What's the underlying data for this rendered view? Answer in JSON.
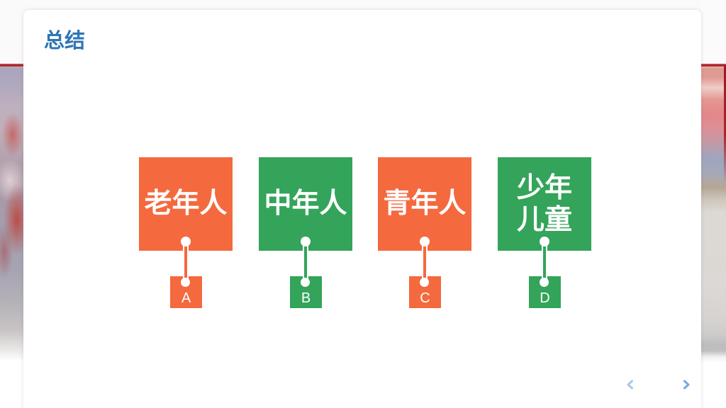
{
  "slide": {
    "title": "总结",
    "groups": [
      {
        "label": "老年人",
        "letter": "A",
        "color": "#F4693E"
      },
      {
        "label": "中年人",
        "letter": "B",
        "color": "#33A45A"
      },
      {
        "label": "青年人",
        "letter": "C",
        "color": "#F4693E"
      },
      {
        "label": "少年\n儿童",
        "letter": "D",
        "color": "#33A45A"
      }
    ]
  },
  "navigation": {
    "prev_icon": "chevron-left",
    "next_icon": "chevron-right"
  },
  "colors": {
    "title_text": "#2E75B6",
    "box_orange": "#F4693E",
    "box_green": "#33A45A",
    "accent_red_line": "#B2282E",
    "arrow_prev": "#A9C7E8",
    "arrow_next": "#76A9DE",
    "card_background": "#FFFFFF"
  }
}
